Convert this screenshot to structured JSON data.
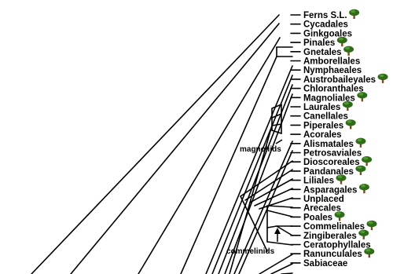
{
  "taxa": [
    {
      "label": "Ferns S.L.",
      "tree": true
    },
    {
      "label": "Cycadales",
      "tree": false
    },
    {
      "label": "Ginkgoales",
      "tree": false
    },
    {
      "label": "Pinales",
      "tree": true
    },
    {
      "label": "Gnetales",
      "tree": true
    },
    {
      "label": "Amborellales",
      "tree": false
    },
    {
      "label": "Nymphaeales",
      "tree": false
    },
    {
      "label": "Austrobaileyales",
      "tree": true
    },
    {
      "label": "Chloranthales",
      "tree": false
    },
    {
      "label": "Magnoliales",
      "tree": true
    },
    {
      "label": "Laurales",
      "tree": true
    },
    {
      "label": "Canellales",
      "tree": false
    },
    {
      "label": "Piperales",
      "tree": true
    },
    {
      "label": "Acorales",
      "tree": false
    },
    {
      "label": "Alismatales",
      "tree": true
    },
    {
      "label": "Petrosaviales",
      "tree": false
    },
    {
      "label": "Dioscoreales",
      "tree": true
    },
    {
      "label": "Pandanales",
      "tree": true
    },
    {
      "label": "Liliales",
      "tree": true
    },
    {
      "label": "Asparagales",
      "tree": true
    },
    {
      "label": "Unplaced",
      "tree": false
    },
    {
      "label": "Arecales",
      "tree": false
    },
    {
      "label": "Poales",
      "tree": true
    },
    {
      "label": "Commelinales",
      "tree": true
    },
    {
      "label": "Zingiberales",
      "tree": true
    },
    {
      "label": "Ceratophyllales",
      "tree": false
    },
    {
      "label": "Ranunculales",
      "tree": true
    },
    {
      "label": "Sabiaceae",
      "tree": false
    }
  ],
  "clades": {
    "magnoliids": "magnoliids",
    "commelinids": "commelinids"
  },
  "colors": {
    "line": "#000000",
    "tree_canopy": "#2f6b1a",
    "tree_trunk": "#7a4a1f"
  }
}
